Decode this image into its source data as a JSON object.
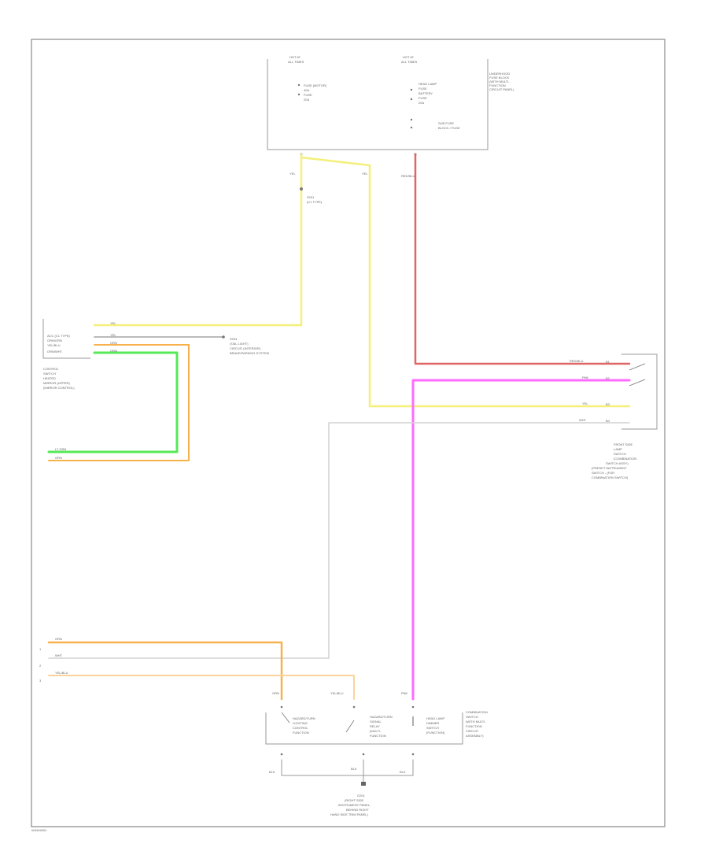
{
  "colors": {
    "yellow": "#f4f07a",
    "red": "#e06565",
    "pink": "#ff6bff",
    "green": "#57e857",
    "orange": "#f7b24d",
    "orange_light": "#f8d49a",
    "gray_wire": "#c8c8c8",
    "frame": "#888888"
  },
  "labels": {
    "top_left_fuse": [
      "HOT AT",
      "ALL TIMES"
    ],
    "top_right_fuse": [
      "HOT AT",
      "ALL TIMES"
    ],
    "top_fuse_a_list": [
      "FUSE (MOTOR)",
      "40A",
      "FUSE",
      "20A"
    ],
    "top_fuse_b_list": [
      "HEAD LAMP",
      "FUSE",
      "BATTERY",
      "FUSE",
      "20A"
    ],
    "top_fuse_c": [
      "SUB FUSE",
      "BLOCK / FUSE"
    ],
    "top_box_title": [
      "UNDERHOOD",
      "FUSE BLOCK",
      "(WITH MULTI-",
      "FUNCTION",
      "CIRCUIT PANEL)"
    ],
    "wire_yel_a": "YEL",
    "wire_yel_b": "YEL",
    "wire_red": "RED/BLU",
    "splice_label": [
      "S201",
      "(C1 TYPE)"
    ],
    "left_conn_pins": [
      "ACC (C1 TYPE)",
      "ORN/GRN",
      "YEL/BLU",
      "ORN/WHT"
    ],
    "left_conn_wires": [
      "YEL",
      "ORN",
      "YEL",
      "GRN"
    ],
    "left_conn_box": [
      "CONTROL",
      "SWITCH",
      "HEATED",
      "MIRROR (UPPER)",
      "(MIRROR CONTROL)"
    ],
    "splice_right": [
      "S204",
      "(TAIL LIGHT)",
      "CIRCUIT (INTERIOR)",
      "BRAKE/PARKING SYSTEM"
    ],
    "lower_left_wires": [
      "LT GRN",
      "ORN"
    ],
    "right_switch_wires": [
      "RED/BLU",
      "PNK",
      "YEL",
      "WHT"
    ],
    "right_switch_terms": [
      "B1",
      "B2",
      "B3",
      "B4"
    ],
    "right_switch_title": [
      "FRONT SIDE",
      "LAMP",
      "SWITCH",
      "(COMBINATION",
      "SWITCH ASSY)",
      "(PRESET INSTRUMENT",
      "SWITCH - (FOR",
      "COMBINATION SWITCH)"
    ],
    "bottom_left_wires": [
      "ORN",
      "WHT",
      "YEL/BLU"
    ],
    "bottom_left_pins": [
      "1",
      "2",
      "3"
    ],
    "bottom_top_wires": [
      "ORN",
      "YEL/BLU",
      "PNK"
    ],
    "bottom_box_a": [
      "HAZARD/TURN",
      "LIGHTING",
      "CONTROL",
      "FUNCTION"
    ],
    "bottom_box_b": [
      "HAZARD/TURN",
      "SIGNAL",
      "RELAY",
      "(MULTI-",
      "FUNCTION"
    ],
    "bottom_box_c": [
      "HEAD LAMP",
      "DIMMER",
      "SWITCH",
      "(FUNCTION)"
    ],
    "bottom_box_title": [
      "COMBINATION",
      "SWITCH",
      "(WITH MULTI-",
      "FUNCTION",
      "CIRCUIT",
      "ASSEMBLY)"
    ],
    "bottom_low_wires": [
      "BLK",
      "BLK",
      "BLK"
    ],
    "ground_label": [
      "G201",
      "(RIGHT SIDE",
      "INSTRUMENT PANEL,",
      "BEHIND RIGHT",
      "HAND SIDE TRIM PANEL)"
    ],
    "footer_code": "W3494002"
  }
}
